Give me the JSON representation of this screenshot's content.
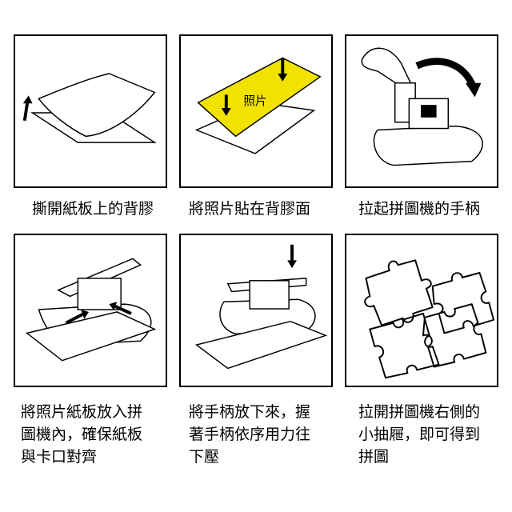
{
  "steps": [
    {
      "caption": "撕開紙板上的背膠"
    },
    {
      "caption": "將照片貼在背膠面",
      "photo_label": "照片"
    },
    {
      "caption": "拉起拼圖機的手柄"
    },
    {
      "caption": "將照片紙板放入拼\n圖機內，確保紙板\n與卡口對齊"
    },
    {
      "caption": "將手柄放下來，握\n著手柄依序用力往\n下壓"
    },
    {
      "caption": "拉開拼圖機右側的\n小抽屜，即可得到\n拼圖"
    }
  ],
  "colors": {
    "photo": "#f2e200",
    "line": "#000000",
    "background": "#ffffff"
  }
}
